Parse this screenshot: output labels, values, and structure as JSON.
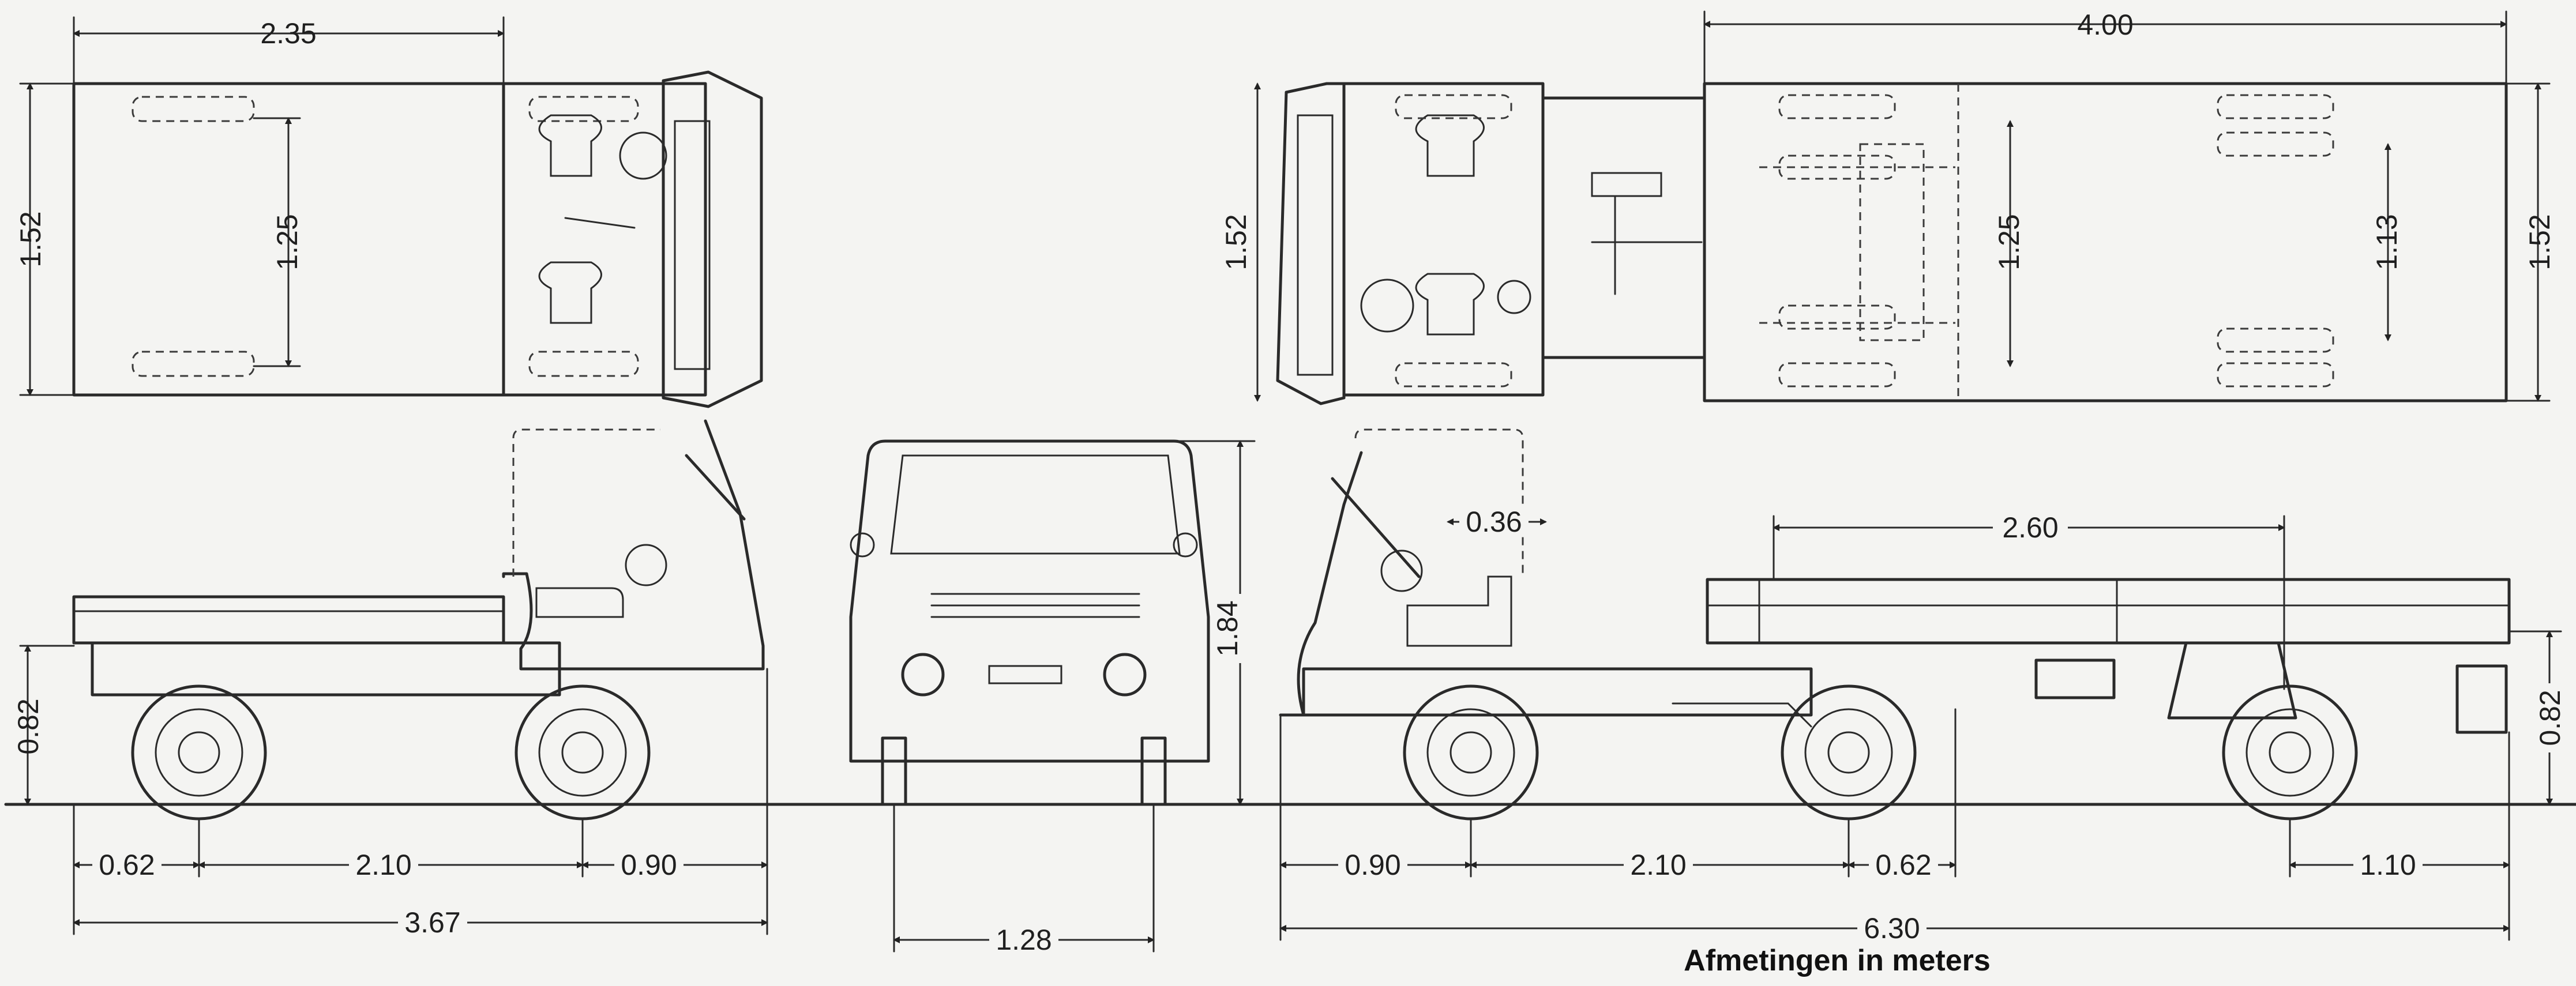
{
  "dimensions": {
    "top_left_length": "2.35",
    "top_left_width": "1.52",
    "top_left_track": "1.25",
    "top_right_length": "4.00",
    "top_right_width_left": "1.52",
    "top_right_track_front": "1.25",
    "top_right_track_rear": "1.13",
    "top_right_width_right": "1.52",
    "height": "1.84",
    "cab_offset": "0.36",
    "trailer_wheelbase": "2.60",
    "bed_height_left": "0.82",
    "bed_height_right": "0.82",
    "left_front_overhang": "0.62",
    "left_wheelbase": "2.10",
    "left_rear_overhang": "0.90",
    "left_total_length": "3.67",
    "front_width": "1.28",
    "right_front_overhang": "0.90",
    "right_wheelbase": "2.10",
    "right_rear_overhang": "0.62",
    "trailer_rear_overhang": "1.10",
    "total_train_length": "6.30"
  },
  "caption": "Afmetingen in meters"
}
